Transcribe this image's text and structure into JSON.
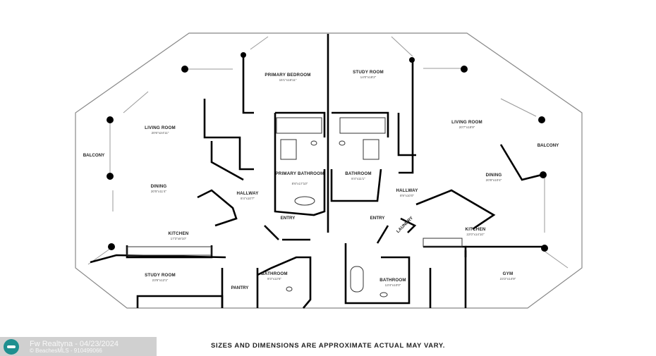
{
  "rooms": [
    {
      "name": "PRIMARY BEDROOM",
      "dims": "15'1\"x18'11\""
    },
    {
      "name": "STUDY ROOM",
      "dims": "14'0\"x18'2\""
    },
    {
      "name": "LIVING ROOM",
      "dims": "20'6\"x24'11\""
    },
    {
      "name": "LIVING ROOM",
      "dims": "20'7\"x18'9\""
    },
    {
      "name": "PRIMARY BATHROOM",
      "dims": "8'6\"x17'10\""
    },
    {
      "name": "BATHROOM",
      "dims": "8'4\"x11'1\""
    },
    {
      "name": "DINING",
      "dims": "20'5\"x11'4\""
    },
    {
      "name": "DINING",
      "dims": "20'8\"x10'4\""
    },
    {
      "name": "HALLWAY",
      "dims": "8'4\"x10'7\""
    },
    {
      "name": "HALLWAY",
      "dims": "8'9\"x10'0\""
    },
    {
      "name": "KITCHEN",
      "dims": "17'3\"x8'10\""
    },
    {
      "name": "KITCHEN",
      "dims": "22'0\"x14'10\""
    },
    {
      "name": "STUDY ROOM",
      "dims": "23'6\"x12'1\""
    },
    {
      "name": "BATHROOM",
      "dims": "9'3\"x12'6\""
    },
    {
      "name": "BATHROOM",
      "dims": "13'4\"x10'0\""
    },
    {
      "name": "GYM",
      "dims": "23'2\"x14'9\""
    }
  ],
  "labels": {
    "balcony_left": "BALCONY",
    "balcony_right": "BALCONY",
    "entry_left": "ENTRY",
    "entry_right": "ENTRY",
    "pantry": "PANTRY",
    "laundry": "LAUNDRY"
  },
  "disclaimer": "SIZES AND DIMENSIONS ARE APPROXIMATE ACTUAL MAY VARY.",
  "watermark": {
    "line1": "Fw Realtyna - 04/23/2024",
    "line2": "© BeachesMLS - 910499066"
  }
}
